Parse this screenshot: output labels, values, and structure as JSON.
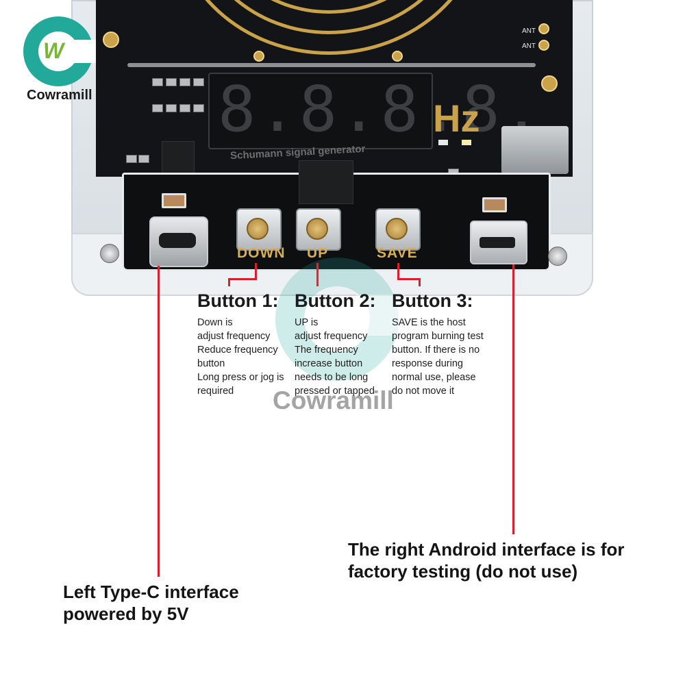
{
  "brand": {
    "name": "Cowramill",
    "watermark": "Cowramill",
    "logo_colors": {
      "ring": "#22a99a",
      "w": "#7ab53a"
    }
  },
  "device": {
    "display_digits": "8.8.8.8.",
    "unit": "Hz",
    "silkscreen": "Schumann signal generator",
    "ant_label_1": "ANT",
    "ant_label_2": "ANT",
    "buttons": [
      {
        "label": "DOWN"
      },
      {
        "label": "UP"
      },
      {
        "label": "SAVE"
      }
    ]
  },
  "annotations": {
    "buttons": [
      {
        "title": "Button 1:",
        "lines": [
          "Down is",
          "adjust frequency",
          "Reduce frequency",
          "button",
          "Long press or jog is",
          "required"
        ]
      },
      {
        "title": "Button 2:",
        "lines": [
          "UP is",
          "adjust frequency",
          "The frequency",
          "increase button",
          "needs to be long",
          "pressed or tapped"
        ]
      },
      {
        "title": "Button 3:",
        "lines": [
          "SAVE is the host",
          "program burning test",
          "button. If there is no",
          "response during",
          "normal use, please",
          "do not move it"
        ]
      }
    ],
    "left_callout": [
      "Left Type-C interface",
      "powered by 5V"
    ],
    "right_callout": [
      "The right Android interface is for",
      "factory testing (do not use)"
    ]
  },
  "colors": {
    "pointer_line": "#d8202a",
    "button_label": "#d7ad55",
    "coil": "#c9a24a"
  }
}
